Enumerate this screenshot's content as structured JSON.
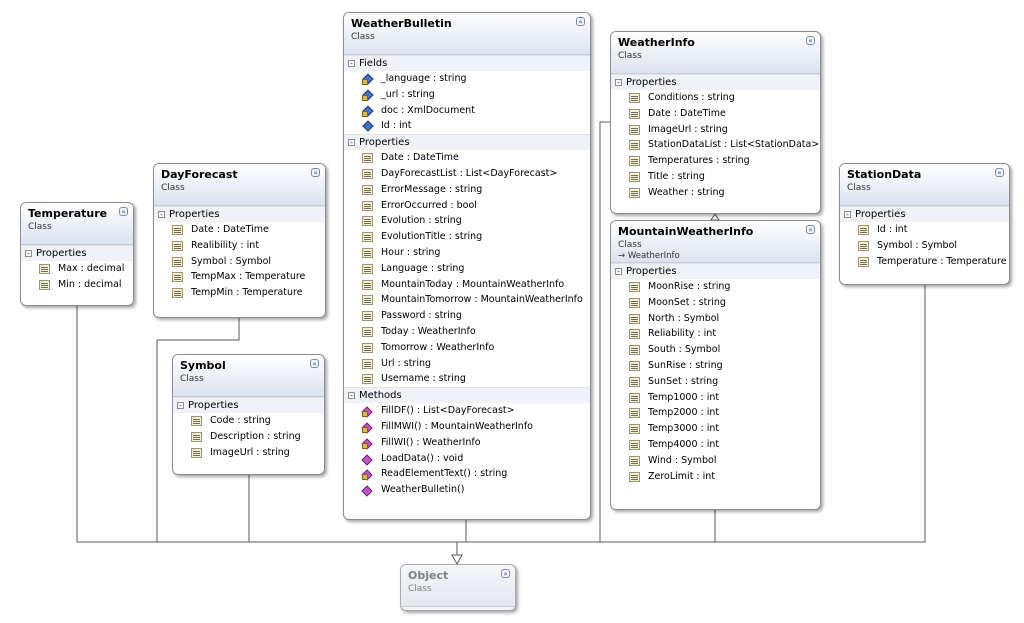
{
  "diagram": {
    "collapse_glyph": "«",
    "expand_glyph": "»",
    "section_toggle_glyph": "-",
    "classes": {
      "weather_bulletin": {
        "name": "WeatherBulletin",
        "stereotype": "Class",
        "sections": [
          {
            "title": "Fields",
            "members": [
              {
                "text": "_language : string",
                "icon": "private-field-icon"
              },
              {
                "text": "_url : string",
                "icon": "private-field-icon"
              },
              {
                "text": "doc : XmlDocument",
                "icon": "private-field-icon"
              },
              {
                "text": "Id : int",
                "icon": "field-icon"
              }
            ]
          },
          {
            "title": "Properties",
            "members": [
              {
                "text": "Date : DateTime",
                "icon": "property-icon"
              },
              {
                "text": "DayForecastList : List<DayForecast>",
                "icon": "property-icon"
              },
              {
                "text": "ErrorMessage : string",
                "icon": "property-icon"
              },
              {
                "text": "ErrorOccurred : bool",
                "icon": "property-icon"
              },
              {
                "text": "Evolution : string",
                "icon": "property-icon"
              },
              {
                "text": "EvolutionTitle : string",
                "icon": "property-icon"
              },
              {
                "text": "Hour : string",
                "icon": "property-icon"
              },
              {
                "text": "Language : string",
                "icon": "property-icon"
              },
              {
                "text": "MountainToday : MountainWeatherInfo",
                "icon": "property-icon"
              },
              {
                "text": "MountainTomorrow : MountainWeatherInfo",
                "icon": "property-icon"
              },
              {
                "text": "Password : string",
                "icon": "property-icon"
              },
              {
                "text": "Today : WeatherInfo",
                "icon": "property-icon"
              },
              {
                "text": "Tomorrow : WeatherInfo",
                "icon": "property-icon"
              },
              {
                "text": "Url : string",
                "icon": "property-icon"
              },
              {
                "text": "Username : string",
                "icon": "property-icon"
              }
            ]
          },
          {
            "title": "Methods",
            "members": [
              {
                "text": "FillDF() : List<DayForecast>",
                "icon": "private-method-icon"
              },
              {
                "text": "FillMWI() : MountainWeatherInfo",
                "icon": "private-method-icon"
              },
              {
                "text": "FillWI() : WeatherInfo",
                "icon": "private-method-icon"
              },
              {
                "text": "LoadData() : void",
                "icon": "method-icon"
              },
              {
                "text": "ReadElementText() : string",
                "icon": "private-method-icon"
              },
              {
                "text": "WeatherBulletin()",
                "icon": "method-icon"
              }
            ]
          }
        ]
      },
      "weather_info": {
        "name": "WeatherInfo",
        "stereotype": "Class",
        "sections": [
          {
            "title": "Properties",
            "members": [
              {
                "text": "Conditions : string",
                "icon": "property-icon"
              },
              {
                "text": "Date : DateTime",
                "icon": "property-icon"
              },
              {
                "text": "ImageUrl : string",
                "icon": "property-icon"
              },
              {
                "text": "StationDataList : List<StationData>",
                "icon": "property-icon"
              },
              {
                "text": "Temperatures : string",
                "icon": "property-icon"
              },
              {
                "text": "Title : string",
                "icon": "property-icon"
              },
              {
                "text": "Weather : string",
                "icon": "property-icon"
              }
            ]
          }
        ]
      },
      "mountain_weather_info": {
        "name": "MountainWeatherInfo",
        "stereotype": "Class",
        "inherits": "→ WeatherInfo",
        "sections": [
          {
            "title": "Properties",
            "members": [
              {
                "text": "MoonRise : string",
                "icon": "property-icon"
              },
              {
                "text": "MoonSet : string",
                "icon": "property-icon"
              },
              {
                "text": "North : Symbol",
                "icon": "property-icon"
              },
              {
                "text": "Reliability : int",
                "icon": "property-icon"
              },
              {
                "text": "South : Symbol",
                "icon": "property-icon"
              },
              {
                "text": "SunRise : string",
                "icon": "property-icon"
              },
              {
                "text": "SunSet : string",
                "icon": "property-icon"
              },
              {
                "text": "Temp1000 : int",
                "icon": "property-icon"
              },
              {
                "text": "Temp2000 : int",
                "icon": "property-icon"
              },
              {
                "text": "Temp3000 : int",
                "icon": "property-icon"
              },
              {
                "text": "Temp4000 : int",
                "icon": "property-icon"
              },
              {
                "text": "Wind : Symbol",
                "icon": "property-icon"
              },
              {
                "text": "ZeroLimit : int",
                "icon": "property-icon"
              }
            ]
          }
        ]
      },
      "day_forecast": {
        "name": "DayForecast",
        "stereotype": "Class",
        "sections": [
          {
            "title": "Properties",
            "members": [
              {
                "text": "Date : DateTime",
                "icon": "property-icon"
              },
              {
                "text": "Realibility : int",
                "icon": "property-icon"
              },
              {
                "text": "Symbol : Symbol",
                "icon": "property-icon"
              },
              {
                "text": "TempMax : Temperature",
                "icon": "property-icon"
              },
              {
                "text": "TempMin : Temperature",
                "icon": "property-icon"
              }
            ]
          }
        ]
      },
      "temperature": {
        "name": "Temperature",
        "stereotype": "Class",
        "sections": [
          {
            "title": "Properties",
            "members": [
              {
                "text": "Max : decimal",
                "icon": "property-icon"
              },
              {
                "text": "Min : decimal",
                "icon": "property-icon"
              }
            ]
          }
        ]
      },
      "symbol": {
        "name": "Symbol",
        "stereotype": "Class",
        "sections": [
          {
            "title": "Properties",
            "members": [
              {
                "text": "Code : string",
                "icon": "property-icon"
              },
              {
                "text": "Description : string",
                "icon": "property-icon"
              },
              {
                "text": "ImageUrl : string",
                "icon": "property-icon"
              }
            ]
          }
        ]
      },
      "station_data": {
        "name": "StationData",
        "stereotype": "Class",
        "sections": [
          {
            "title": "Properties",
            "members": [
              {
                "text": "Id : int",
                "icon": "property-icon"
              },
              {
                "text": "Symbol : Symbol",
                "icon": "property-icon"
              },
              {
                "text": "Temperature : Temperature",
                "icon": "property-icon"
              }
            ]
          }
        ]
      },
      "object": {
        "name": "Object",
        "stereotype": "Class",
        "collapsed": true,
        "sections": []
      }
    }
  }
}
